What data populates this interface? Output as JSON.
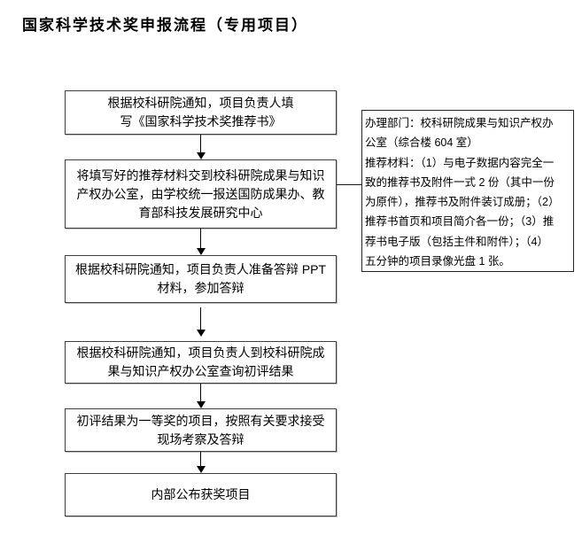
{
  "title": "国家科学技术奖申报流程（专用项目）",
  "flow": {
    "boxes": [
      {
        "id": "step-1",
        "text": "根据校科研院通知，项目负责人填\n写《国家科学技术奖推荐书》"
      },
      {
        "id": "step-2",
        "text": "将填写好的推荐材料交到校科研院成果与知识\n产权办公室，由学校统一报送国防成果办、教\n育部科技发展研究中心"
      },
      {
        "id": "step-3",
        "text": "根据校科研院通知，项目负责人准备答辩 PPT\n材料，参加答辩"
      },
      {
        "id": "step-4",
        "text": "根据校科研院通知，项目负责人到校科研院成\n果与知识产权办公室查询初评结果"
      },
      {
        "id": "step-5",
        "text": "初评结果为一等奖的项目，按照有关要求接受\n现场考察及答辩"
      },
      {
        "id": "step-6",
        "text": "内部公布获奖项目"
      }
    ]
  },
  "note": {
    "text": "办理部门：校科研院成果与知识产权办\n公室（综合楼 604 室）\n推荐材料：（1）与电子数据内容完全一\n致的推荐书及附件一式 2 份（其中一份\n为原件），推荐书及附件装订成册；（2）\n推荐书首页和项目简介各一份；（3）推\n荐书电子版（包括主件和附件）；（4）\n五分钟的项目录像光盘 1 张。"
  },
  "colors": {
    "background": "#ffffff",
    "text": "#000000",
    "box_border": "#3f3f3f",
    "note_border": "#262626",
    "arrow": "#000000"
  }
}
